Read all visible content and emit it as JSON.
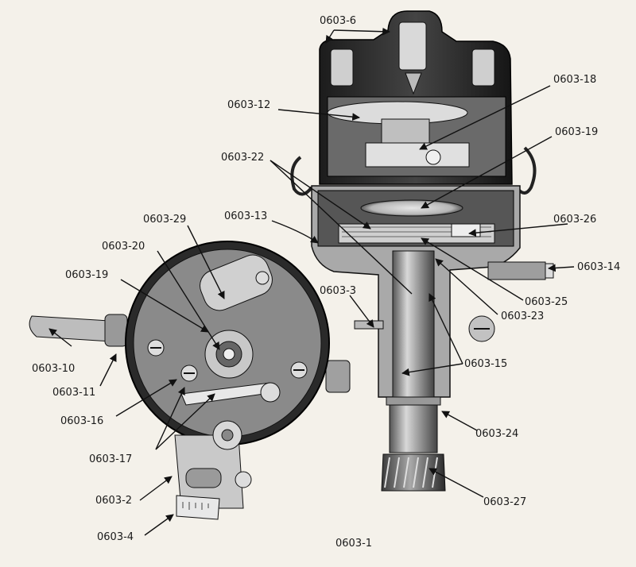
{
  "figure": {
    "caption": "0603-1",
    "callouts": [
      {
        "id": "c-0603-6",
        "text": "0603-6"
      },
      {
        "id": "c-0603-12",
        "text": "0603-12"
      },
      {
        "id": "c-0603-18",
        "text": "0603-18"
      },
      {
        "id": "c-0603-19-top",
        "text": "0603-19"
      },
      {
        "id": "c-0603-22",
        "text": "0603-22"
      },
      {
        "id": "c-0603-13",
        "text": "0603-13"
      },
      {
        "id": "c-0603-26",
        "text": "0603-26"
      },
      {
        "id": "c-0603-14",
        "text": "0603-14"
      },
      {
        "id": "c-0603-3",
        "text": "0603-3"
      },
      {
        "id": "c-0603-25",
        "text": "0603-25"
      },
      {
        "id": "c-0603-23",
        "text": "0603-23"
      },
      {
        "id": "c-0603-15",
        "text": "0603-15"
      },
      {
        "id": "c-0603-24",
        "text": "0603-24"
      },
      {
        "id": "c-0603-27",
        "text": "0603-27"
      },
      {
        "id": "c-0603-29",
        "text": "0603-29"
      },
      {
        "id": "c-0603-20",
        "text": "0603-20"
      },
      {
        "id": "c-0603-19-left",
        "text": "0603-19"
      },
      {
        "id": "c-0603-10",
        "text": "0603-10"
      },
      {
        "id": "c-0603-11",
        "text": "0603-11"
      },
      {
        "id": "c-0603-16",
        "text": "0603-16"
      },
      {
        "id": "c-0603-17",
        "text": "0603-17"
      },
      {
        "id": "c-0603-2",
        "text": "0603-2"
      },
      {
        "id": "c-0603-4",
        "text": "0603-4"
      }
    ]
  }
}
